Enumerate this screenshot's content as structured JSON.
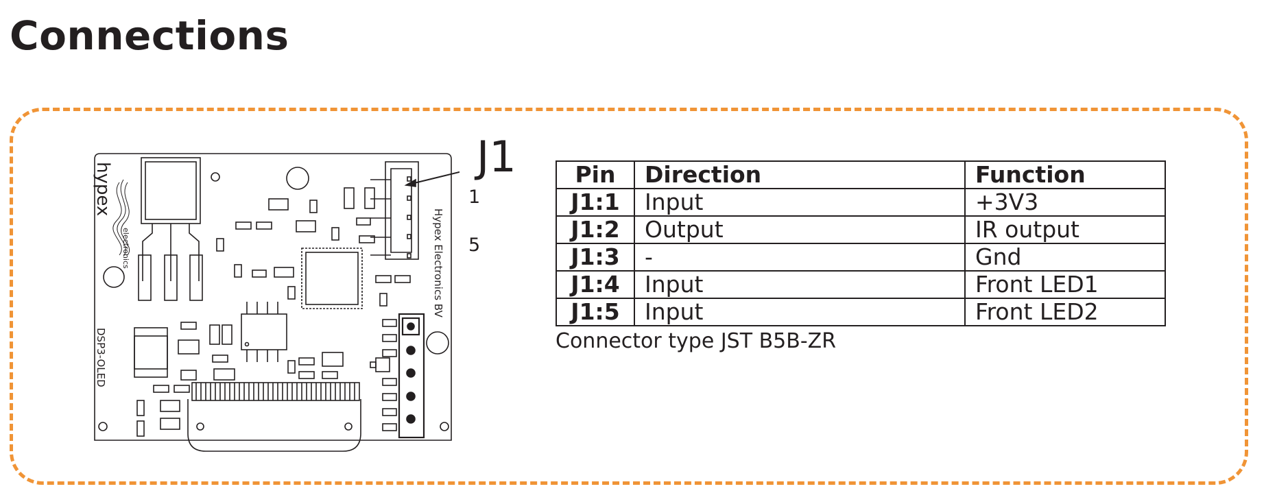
{
  "heading": "Connections",
  "board": {
    "brand": "hypex",
    "brand_sub": "electronics",
    "side_text": "Hypex Electronics BV",
    "model": "DSP3-OLED"
  },
  "connector_labels": {
    "name": "J1",
    "pin_first": "1",
    "pin_last": "5"
  },
  "table": {
    "headers": [
      "Pin",
      "Direction",
      "Function"
    ],
    "rows": [
      {
        "pin": "J1:1",
        "direction": "Input",
        "function": "+3V3"
      },
      {
        "pin": "J1:2",
        "direction": "Output",
        "function": "IR output"
      },
      {
        "pin": "J1:3",
        "direction": "-",
        "function": "Gnd"
      },
      {
        "pin": "J1:4",
        "direction": "Input",
        "function": "Front LED1"
      },
      {
        "pin": "J1:5",
        "direction": "Input",
        "function": "Front LED2"
      }
    ]
  },
  "connector_note": "Connector type JST B5B-ZR",
  "colors": {
    "frame": "#f09436",
    "ink": "#231f20"
  }
}
